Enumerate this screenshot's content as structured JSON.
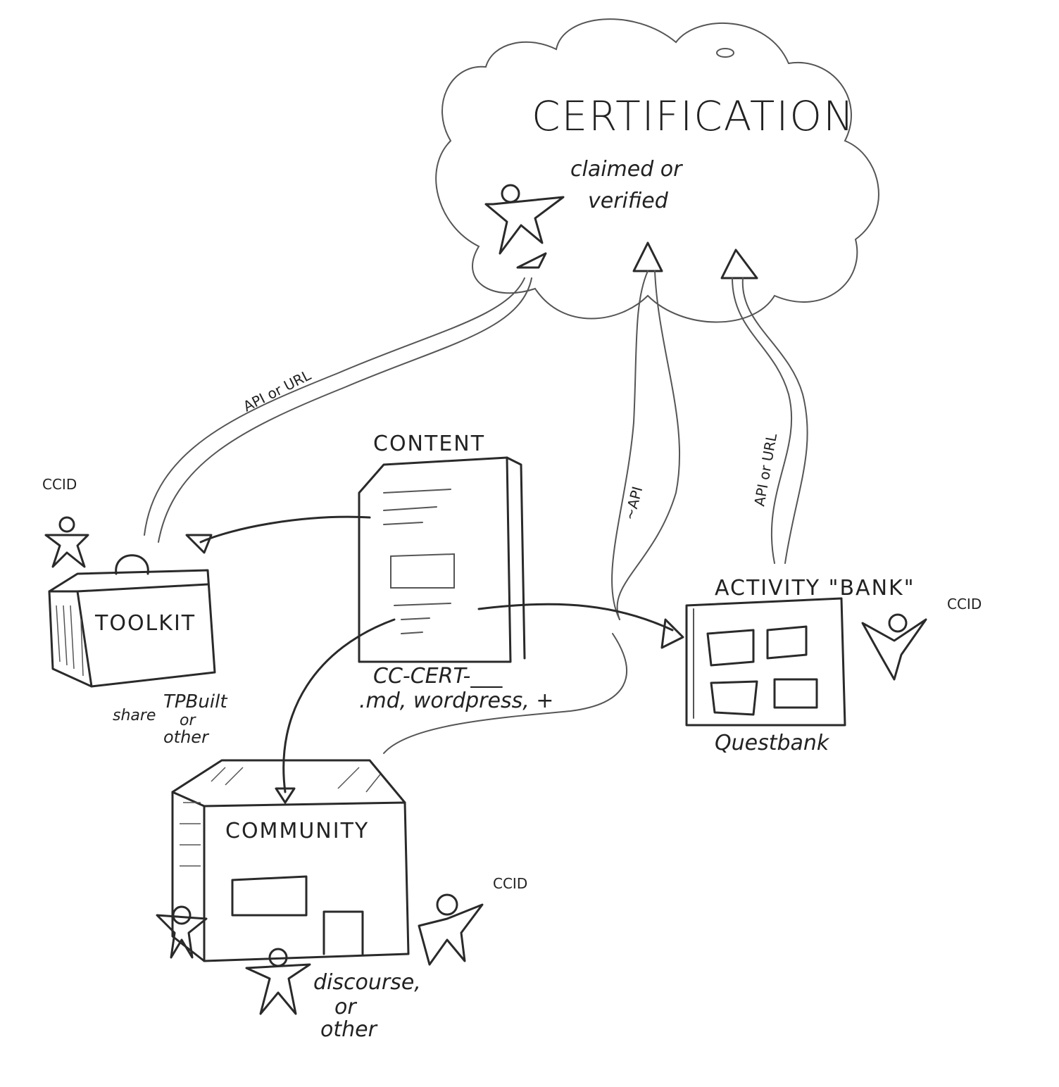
{
  "certification": {
    "title": "CERTIFICATION",
    "line1": "claimed or",
    "line2": "verified"
  },
  "connections": {
    "toolkit_link": "API or URL",
    "community_link": "~API",
    "activity_link": "API or URL"
  },
  "content": {
    "title": "CONTENT",
    "cert_code": "CC-CERT-___",
    "formats": ".md, wordpress, +"
  },
  "toolkit": {
    "title": "TOOLKIT",
    "ccid": "CCID",
    "share": "share",
    "builder_line1": "TPBuilt",
    "builder_line2": "or",
    "builder_line3": "other"
  },
  "activity_bank": {
    "title": "ACTIVITY \"BANK\"",
    "ccid": "CCID",
    "platform": "Questbank"
  },
  "community": {
    "title": "COMMUNITY",
    "ccid": "CCID",
    "platform_line1": "discourse,",
    "platform_line2": "or",
    "platform_line3": "other"
  }
}
